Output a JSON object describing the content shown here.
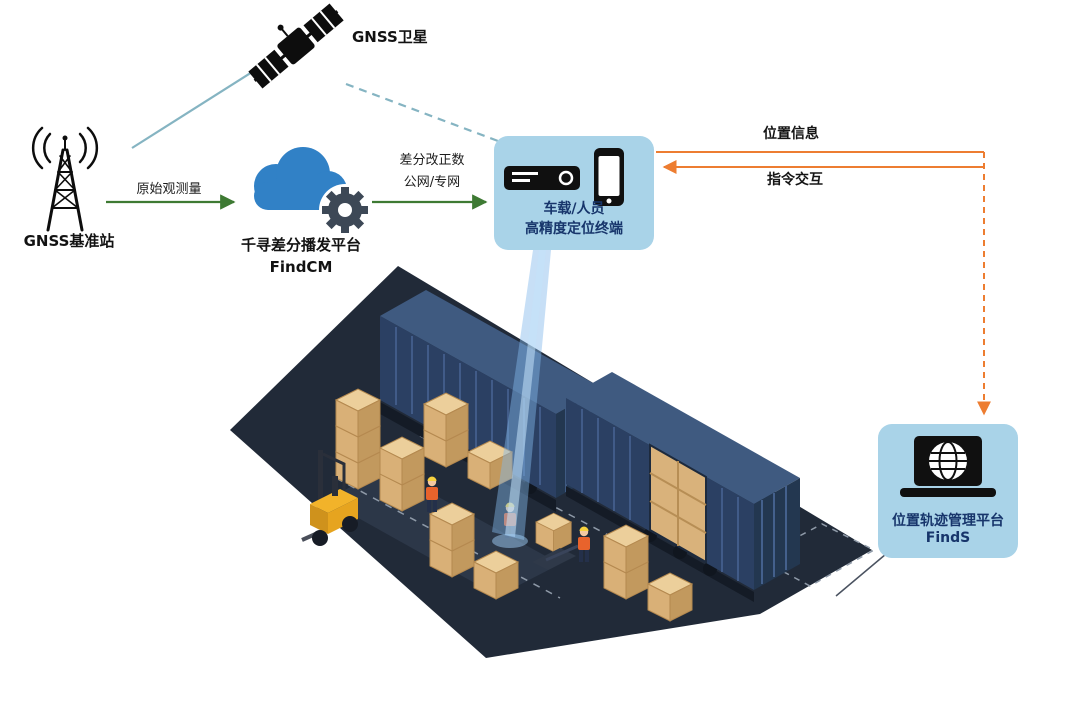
{
  "diagram": {
    "satellite": {
      "label": "GNSS卫星"
    },
    "base_station": {
      "label": "GNSS基准站"
    },
    "flows": {
      "raw_observation": "原始观测量",
      "correction_line1": "差分改正数",
      "correction_line2": "公网/专网",
      "position_info": "位置信息",
      "command_exchange": "指令交互"
    },
    "cloud_platform": {
      "name": "千寻差分播发平台",
      "product": "FindCM"
    },
    "terminal": {
      "line1": "车载/人员",
      "line2": "高精度定位终端"
    },
    "management_platform": {
      "name": "位置轨迹管理平台",
      "product": "FindS"
    },
    "colors": {
      "link_teal": "#85b4c2",
      "arrow_green": "#3e7a33",
      "arrow_orange": "#ed7d31",
      "bubble_blue": "#a9d3e8",
      "text_navy": "#17356b",
      "cloud_blue": "#3181c6",
      "gear_gray": "#3d4856",
      "ground_navy": "#212a38",
      "container_blue": "#2b4063",
      "crate_tan": "#d9b27b",
      "forklift_yellow": "#f2b32a"
    }
  }
}
